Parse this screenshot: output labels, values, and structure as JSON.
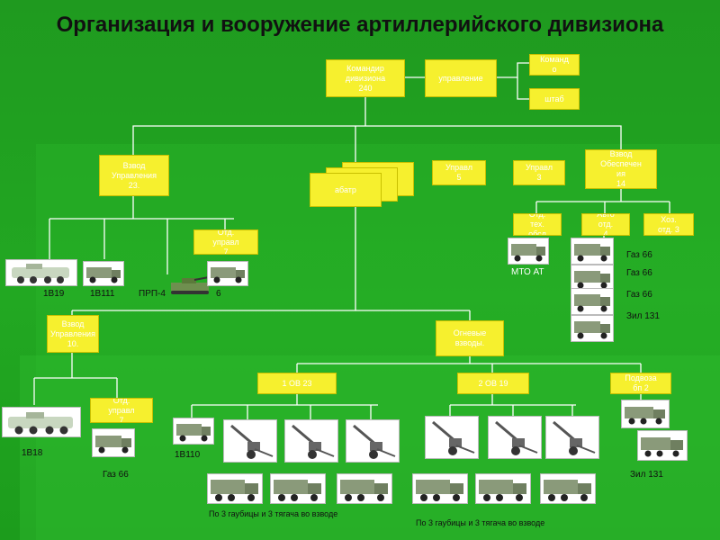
{
  "title": "Организация и вооружение  артиллерийского дивизиона",
  "boxes": {
    "commander": "Командир\nдивизиона\n240",
    "upravlenie": "управление",
    "komand": "Команд\nо",
    "shtab": "штаб",
    "vzvod_upr_23": "Взвод\nУправления\n23.",
    "abatr": "абатр",
    "upravl_5": "Управл\n5",
    "upravl_3": "Управл\n3",
    "vzvod_obesp": "Взвод\nОбеспечен\nия\n14",
    "otd_teh": "Отд.\nтех.\nобсл",
    "avto_otd": "Авто\nотд.\n4",
    "hoz_otd": "Хоз.\nотд. 3",
    "otd_upravl_7a": "Отд.\nуправл\n7",
    "vzvod_upr_10": "Взвод\nУправления\n10.",
    "ognevye": "Огневые\nвзводы.",
    "ov1": "1 ОВ  23",
    "ov2": "2 ОВ  19",
    "podvoz": "Подвоза\nбп  2",
    "otd_upravl_7b": "Отд.\nуправл\n7"
  },
  "labels": {
    "v1b19": "1В19",
    "v1b111": "1В111",
    "prp": "ПРП-4",
    "v6": "6",
    "mto": "МТО АТ",
    "gaz66_1": "Газ 66",
    "gaz66_2": "Газ 66",
    "gaz66_3": "Газ 66",
    "zil131_1": "Зил 131",
    "v1b18": "1В18",
    "gaz66_4": "Газ 66",
    "v1b110": "1В110",
    "zil131_2": "Зил 131",
    "note1": "По 3 гаубицы и 3 тягача во взводе",
    "note2": "По 3 гаубицы и 3 тягача во взводе"
  },
  "colors": {
    "box": "#f6f02e",
    "line": "#ffffff",
    "background": "#22a822",
    "btr": "#c8d7c0",
    "truck": "#8a9a7a"
  }
}
